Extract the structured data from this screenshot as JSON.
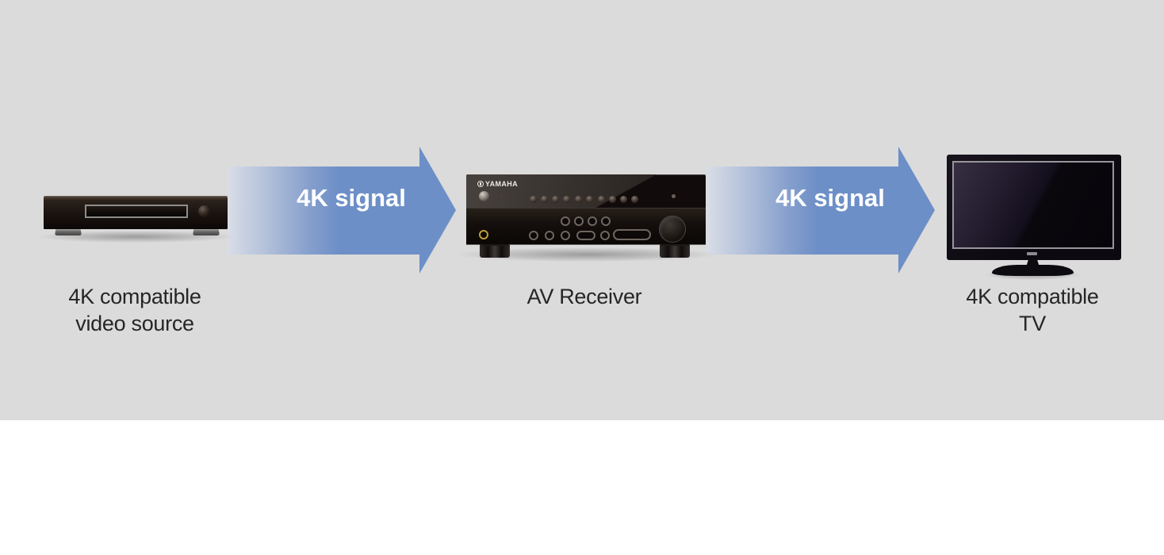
{
  "colors": {
    "background_band": "#dbdbdb",
    "page_background": "#ffffff",
    "arrow_blue": "#6d8fc7",
    "arrow_fade_edge": "#d9dde6",
    "arrow_label_text": "#ffffff",
    "device_label_text": "#262626"
  },
  "diagram": {
    "source": {
      "label_line1": "4K compatible",
      "label_line2": "video source"
    },
    "arrows": [
      {
        "label": "4K signal"
      },
      {
        "label": "4K signal"
      }
    ],
    "receiver": {
      "label": "AV Receiver",
      "brand": "YAMAHA"
    },
    "tv": {
      "label_line1": "4K compatible",
      "label_line2": "TV"
    }
  }
}
